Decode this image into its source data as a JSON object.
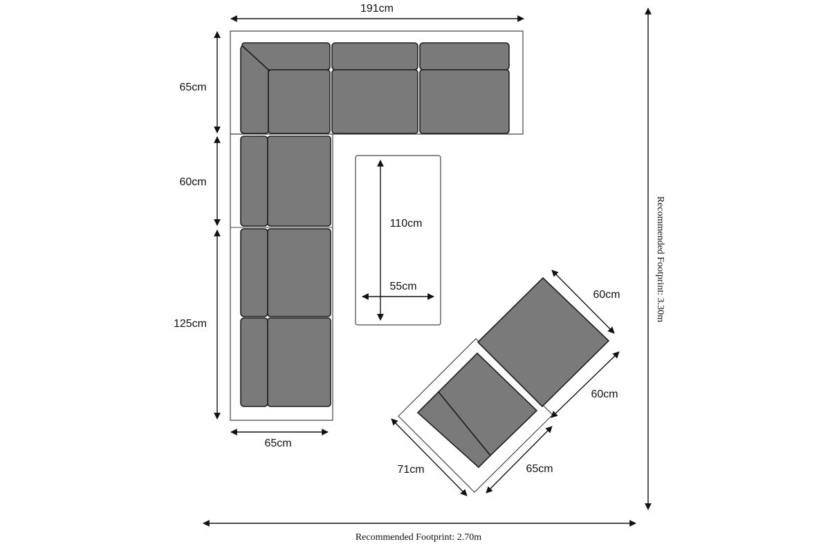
{
  "labels": {
    "top_width": "191cm",
    "back_depth": "65cm",
    "corner_mid": "60cm",
    "side_length": "125cm",
    "base_width": "65cm",
    "table_length": "110cm",
    "table_width": "55cm",
    "chaise_top": "60cm",
    "chaise_mid": "60cm",
    "chaise_depth": "65cm",
    "chaise_width": "71cm",
    "footprint_width": "Recommended Footprint: 2.70m",
    "footprint_depth": "Recommended Footprint: 3.30m"
  },
  "colors": {
    "cushion": "#7a7a7a",
    "outline": "#1e1e1e",
    "frame": "#444444"
  }
}
